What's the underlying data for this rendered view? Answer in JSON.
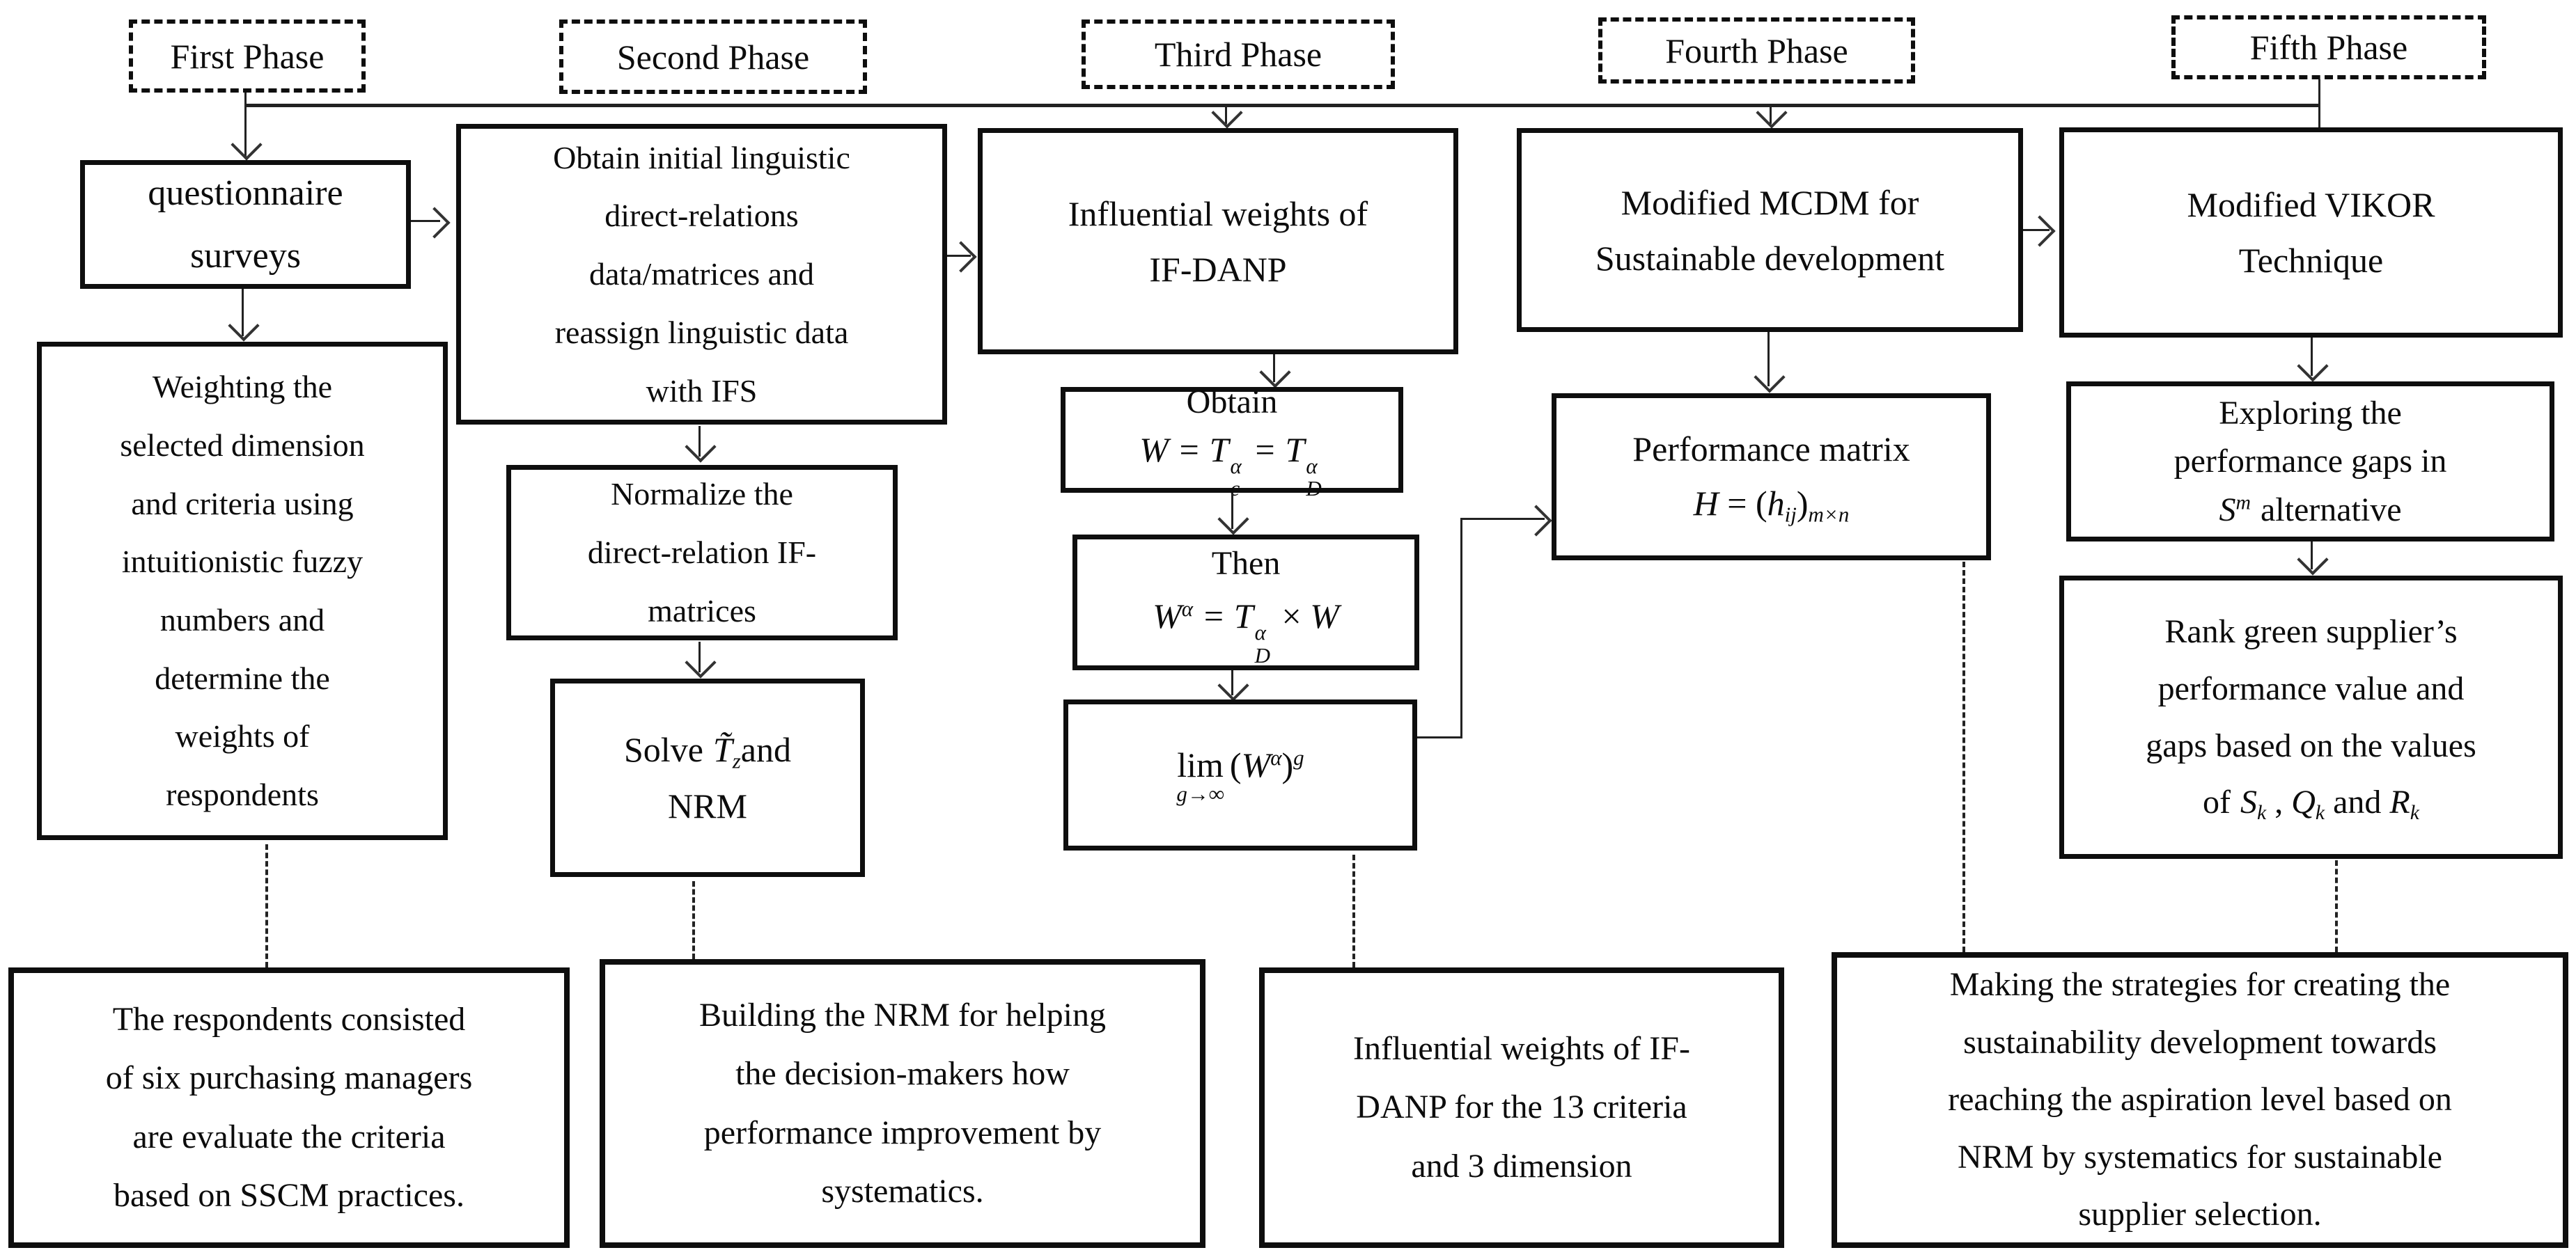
{
  "phases": [
    {
      "label": "First Phase"
    },
    {
      "label": "Second Phase"
    },
    {
      "label": "Third Phase"
    },
    {
      "label": "Fourth Phase"
    },
    {
      "label": "Fifth Phase"
    }
  ],
  "boxes": {
    "questionnaire": {
      "lines": [
        "questionnaire",
        "surveys"
      ]
    },
    "weighting": {
      "lines": [
        "Weighting the",
        "selected dimension",
        "and criteria using",
        "intuitionistic fuzzy",
        "numbers and",
        "determine the",
        "weights of",
        "respondents"
      ]
    },
    "obtain_initial": {
      "lines": [
        "Obtain initial linguistic",
        "direct-relations",
        "data/matrices and",
        "reassign linguistic data",
        "with IFS"
      ]
    },
    "normalize": {
      "lines": [
        "Normalize the",
        "direct-relation IF-",
        "matrices"
      ]
    },
    "solve": {
      "pre": "Solve",
      "and": "and",
      "line2": "NRM",
      "formula_text": "T̃z"
    },
    "ifdanp": {
      "lines": [
        "Influential weights of",
        "IF-DANP"
      ]
    },
    "obtain_w": {
      "label": "Obtain",
      "formula_text": "W = Tc α = TD α"
    },
    "then_box": {
      "label": "Then",
      "formula_text": "W α = TD α × W"
    },
    "lim_box": {
      "formula_text": "lim g→∞ (W α) g"
    },
    "mcdm": {
      "lines": [
        "Modified MCDM for",
        "Sustainable development"
      ]
    },
    "perf": {
      "label": "Performance matrix",
      "formula_text": "H = (hij) m×n"
    },
    "vikor": {
      "lines": [
        "Modified VIKOR",
        "Technique"
      ]
    },
    "exploring": {
      "lines": [
        "Exploring the",
        "performance gaps in"
      ],
      "suffix": "alternative",
      "formula_text": "S m"
    },
    "rank": {
      "lines": [
        "Rank green supplier’s",
        "performance value and",
        "gaps based on the values"
      ],
      "formula_text": "of Sk , Qk and Rk"
    }
  },
  "notes": {
    "note1": {
      "lines": [
        "The respondents consisted",
        "of six purchasing managers",
        "are evaluate the criteria",
        "based on SSCM practices."
      ]
    },
    "note2": {
      "lines": [
        "Building the NRM for helping",
        "the decision-makers how",
        "performance improvement by",
        "systematics."
      ]
    },
    "note3": {
      "lines": [
        "Influential weights of IF-",
        "DANP for the 13 criteria",
        "and 3 dimension"
      ]
    },
    "note4": {
      "lines": [
        "Making the strategies for creating the",
        "sustainability development towards",
        "reaching the aspiration level based on",
        "NRM by systematics for sustainable",
        "supplier selection."
      ]
    }
  },
  "math": {
    "W": "W",
    "T": "T",
    "H": "H",
    "h": "h",
    "S": "S",
    "Q": "Q",
    "R": "R",
    "alpha": "α",
    "sub_c": "c",
    "sub_D": "D",
    "sub_z": "z",
    "sub_k": "k",
    "sup_m": "m",
    "sup_g": "g",
    "sub_ij": "ij",
    "sub_mxn": "m×n",
    "eq": "=",
    "times": "×",
    "comma": ",",
    "and": "and",
    "of": "of",
    "lim": "lim",
    "lim_sub": "g→∞",
    "lparen": "(",
    "rparen": ")",
    "T_tilde": "T̃"
  },
  "colors": {
    "ink": "#111111",
    "background": "#ffffff"
  }
}
